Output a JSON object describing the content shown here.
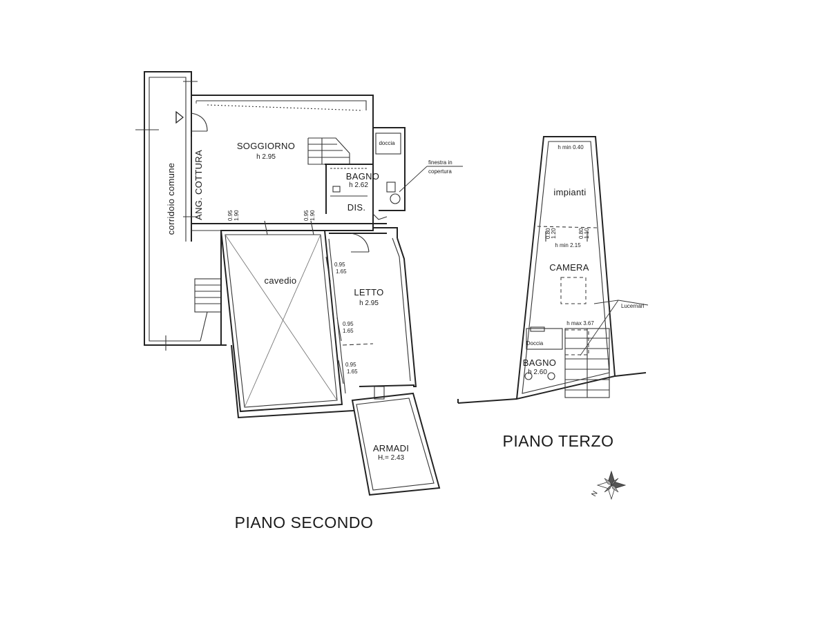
{
  "floors": {
    "second": {
      "title": "PIANO SECONDO",
      "rooms": {
        "soggiorno": {
          "name": "SOGGIORNO",
          "height": "h 2.95"
        },
        "ang_cottura": {
          "name": "ANG. COTTURA"
        },
        "corridoio": {
          "name": "corridoio comune"
        },
        "bagno": {
          "name": "BAGNO",
          "height": "h 2.62"
        },
        "doccia": {
          "name": "doccia"
        },
        "dis": {
          "name": "DIS."
        },
        "cavedio": {
          "name": "cavedio"
        },
        "letto": {
          "name": "LETTO",
          "height": "h 2.95"
        },
        "armadi": {
          "name": "ARMADI",
          "height": "H.= 2.43"
        }
      },
      "window_note": [
        "finestra in",
        "copertura"
      ],
      "window_dims": [
        {
          "w": "0.95",
          "h": "1.90"
        },
        {
          "w": "0.95",
          "h": "1.90"
        },
        {
          "w": "0.95",
          "h": "1.65"
        },
        {
          "w": "0.95",
          "h": "1.65"
        },
        {
          "w": "0.95",
          "h": "1.65"
        }
      ]
    },
    "third": {
      "title": "PIANO TERZO",
      "rooms": {
        "impianti": {
          "name": "impianti",
          "height": "h min 0.40"
        },
        "camera": {
          "name": "CAMERA",
          "height_min": "h min 2.15",
          "height_max": "h max 3.67"
        },
        "bagno": {
          "name": "BAGNO",
          "height": "h 2.60"
        },
        "doccia": {
          "name": "Doccia"
        }
      },
      "skylights_label": "Lucernari",
      "window_dims": [
        {
          "w": "0.80",
          "h": "1.20"
        },
        {
          "w": "0.80",
          "h": "1.10"
        }
      ]
    }
  },
  "compass": {
    "north_label": "N"
  }
}
